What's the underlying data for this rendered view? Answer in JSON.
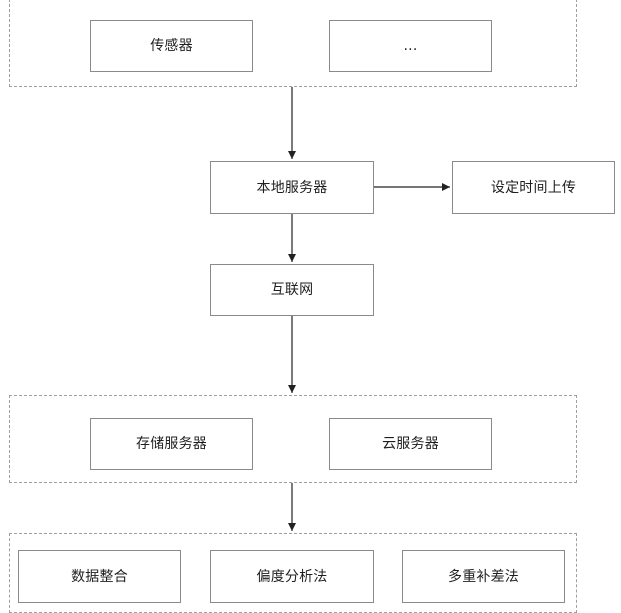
{
  "diagram": {
    "top_group": {
      "nodes": [
        {
          "label": "传感器"
        },
        {
          "label": "..."
        }
      ]
    },
    "local_server": {
      "label": "本地服务器"
    },
    "scheduled_upload": {
      "label": "设定时间上传"
    },
    "internet": {
      "label": "互联网"
    },
    "storage_group": {
      "nodes": [
        {
          "label": "存储服务器"
        },
        {
          "label": "云服务器"
        }
      ]
    },
    "method_group": {
      "nodes": [
        {
          "label": "数据整合"
        },
        {
          "label": "偏度分析法"
        },
        {
          "label": "多重补差法"
        }
      ]
    }
  },
  "colors": {
    "line": "#222222",
    "box_border": "#8a8a8a",
    "dashed_border": "#9f9f9f",
    "text": "#1f1f1f"
  }
}
